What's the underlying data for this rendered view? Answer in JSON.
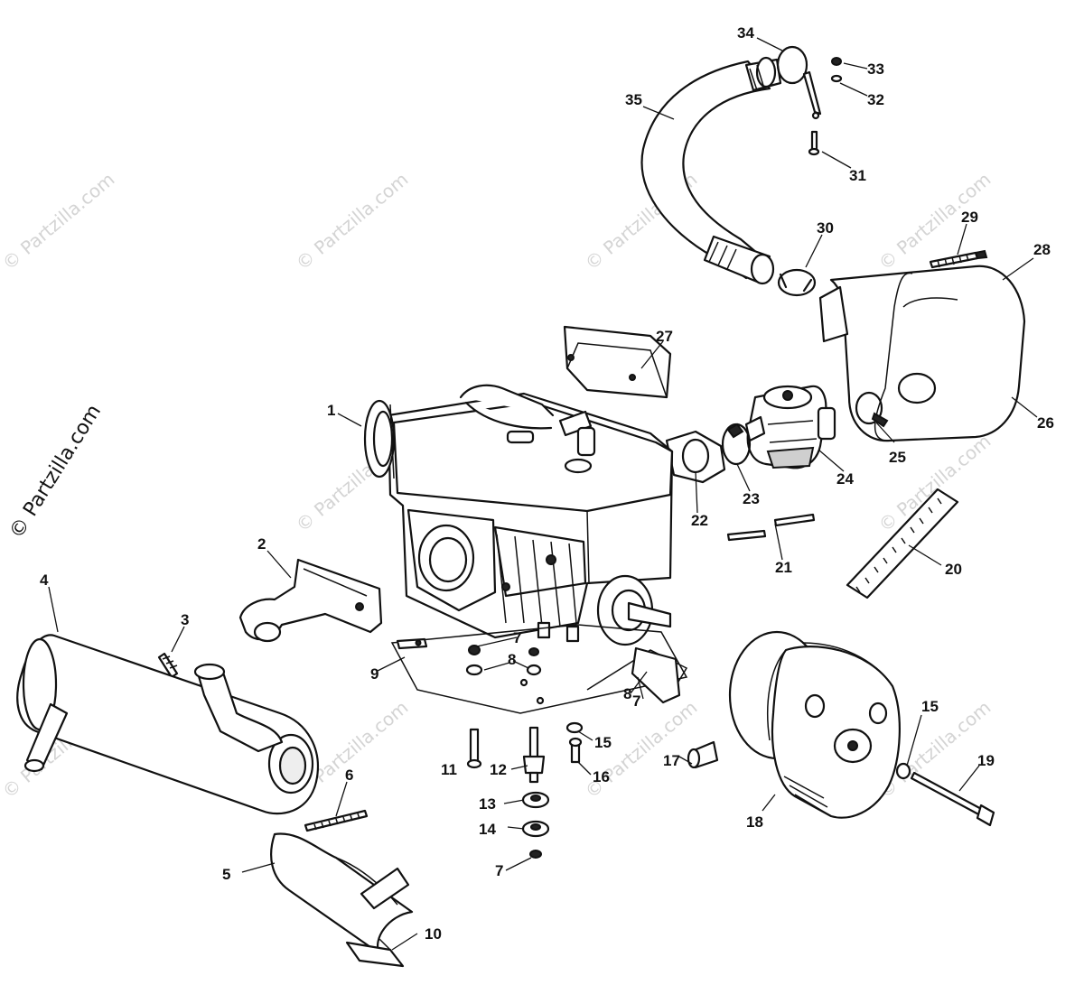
{
  "watermark": {
    "text": "© Partzilla.com",
    "side_text": "© Partzilla.com",
    "color": "#d4d4d4"
  },
  "callouts": {
    "c1": "1",
    "c2": "2",
    "c3": "3",
    "c4": "4",
    "c5": "5",
    "c6": "6",
    "c7a": "7",
    "c7b": "7",
    "c7c": "7",
    "c8a": "8",
    "c8b": "8",
    "c9": "9",
    "c10": "10",
    "c11": "11",
    "c12": "12",
    "c13": "13",
    "c14": "14",
    "c15a": "15",
    "c15b": "15",
    "c16": "16",
    "c17": "17",
    "c18": "18",
    "c19": "19",
    "c20": "20",
    "c21": "21",
    "c22": "22",
    "c23": "23",
    "c24": "24",
    "c25": "25",
    "c26": "26",
    "c27": "27",
    "c28": "28",
    "c29": "29",
    "c30": "30",
    "c31": "31",
    "c32": "32",
    "c33": "33",
    "c34": "34",
    "c35": "35"
  },
  "colors": {
    "line": "#111111",
    "paper": "#ffffff"
  }
}
